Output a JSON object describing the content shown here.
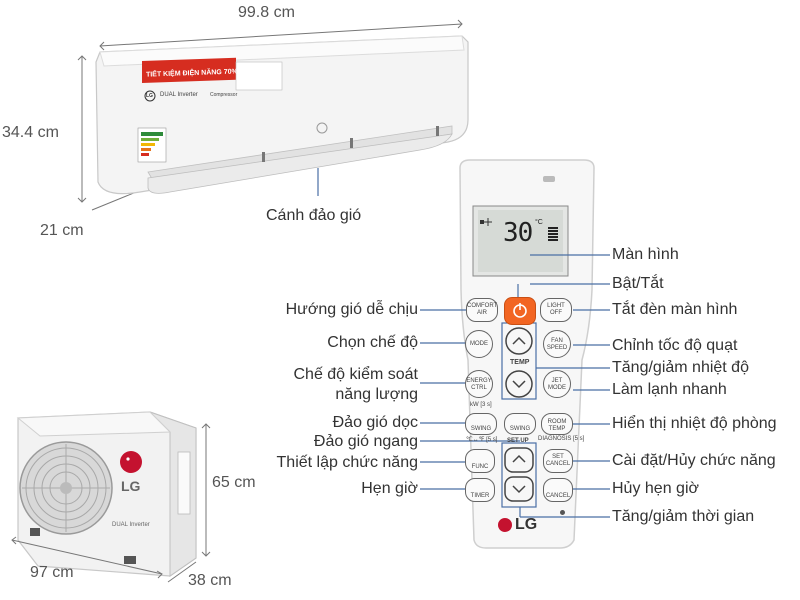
{
  "dimensions": {
    "indoor_width": "99.8 cm",
    "indoor_height": "34.4 cm",
    "indoor_depth": "21 cm",
    "outdoor_height": "65 cm",
    "outdoor_width": "97 cm",
    "outdoor_depth": "38 cm"
  },
  "indoor_unit": {
    "energy_banner": "TIẾT KIỆM ĐIỆN NĂNG 70%*",
    "series": "DUAL Inverter",
    "compressor": "Compressor",
    "brand": "LG",
    "vane_label": "Cánh đảo gió"
  },
  "outdoor_unit": {
    "brand": "LG",
    "series": "DUAL Inverter"
  },
  "remote": {
    "display_temp": "30",
    "display_unit": "°C",
    "brand": "LG",
    "buttons": {
      "comfort_air": "COMFORT AIR",
      "light_off": "LIGHT OFF",
      "mode": "MODE",
      "fan_speed": "FAN SPEED",
      "temp": "TEMP",
      "energy_ctrl": "ENERGY CTRL",
      "jet_mode": "JET MODE",
      "kw": "kW [3 s]",
      "swing_v": "SWING",
      "swing_h": "SWING",
      "room_temp": "ROOM TEMP",
      "range": "℃↔℉ [5 s]",
      "diagnosis": "DIAGNOSIS [5 s]",
      "set_up": "SET UP",
      "func": "FUNC",
      "set_cancel": "SET CANCEL",
      "timer": "TIMER",
      "cancel": "CANCEL"
    }
  },
  "callouts_left": {
    "comfort": "Hướng gió dễ chịu",
    "mode": "Chọn chế độ",
    "energy_1": "Chế độ kiểm soát",
    "energy_2": "năng lượng",
    "swing_v": "Đảo gió dọc",
    "swing_h": "Đảo gió ngang",
    "func": "Thiết lập chức năng",
    "timer": "Hẹn giờ"
  },
  "callouts_right": {
    "screen": "Màn hình",
    "power": "Bật/Tắt",
    "light": "Tắt đèn màn hình",
    "fan": "Chỉnh tốc độ quạt",
    "temp": "Tăng/giảm nhiệt độ",
    "jet": "Làm lạnh nhanh",
    "room": "Hiển thị nhiệt độ phòng",
    "set": "Cài đặt/Hủy chức năng",
    "cancel_timer": "Hủy hẹn giờ",
    "time": "Tăng/giảm thời gian"
  },
  "colors": {
    "power_button": "#f26522",
    "accent_line": "#4a6fa5",
    "energy_banner": "#d62d20",
    "lg_red": "#c4122f"
  }
}
